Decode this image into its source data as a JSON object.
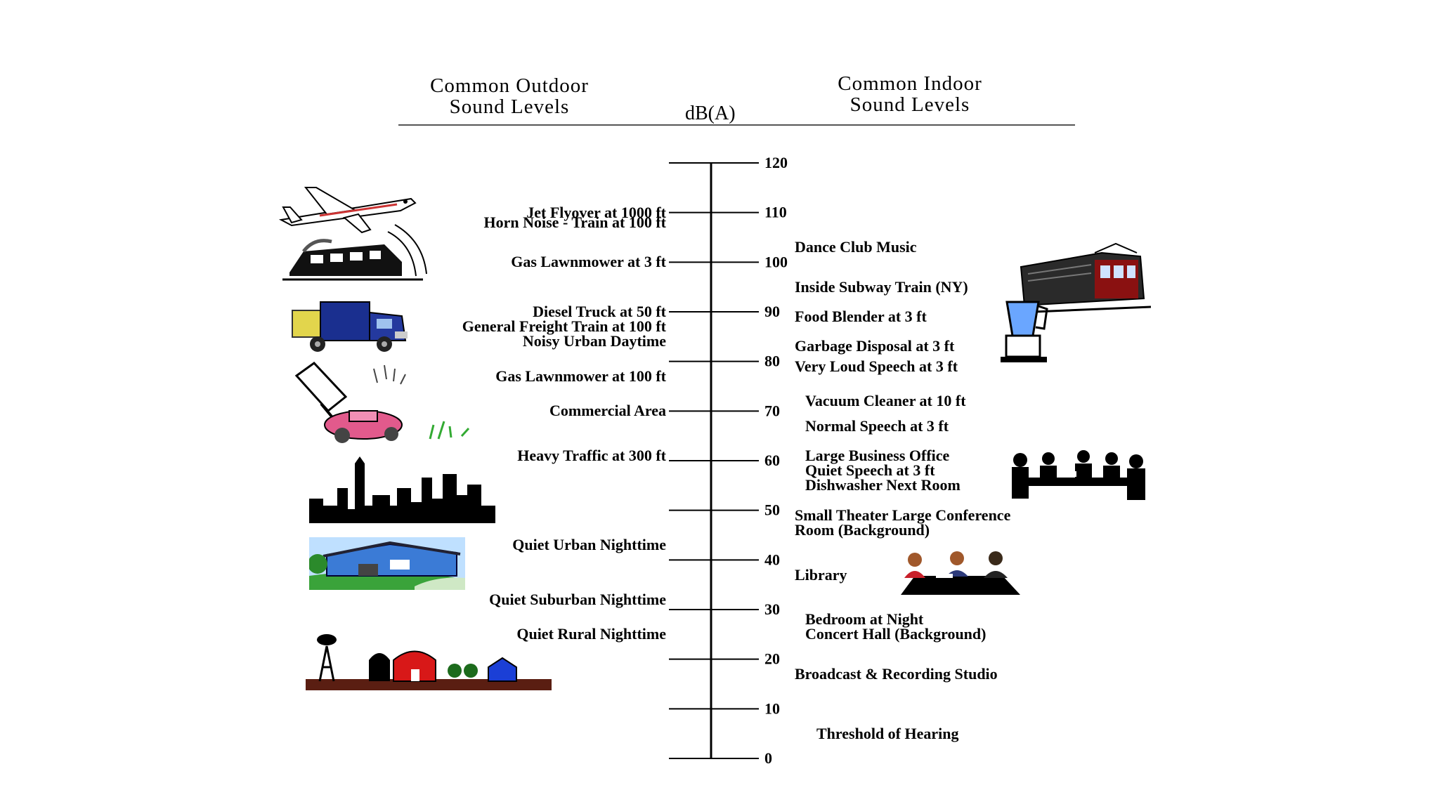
{
  "header": {
    "outdoor_line1": "Common Outdoor",
    "outdoor_line2": "Sound Levels",
    "indoor_line1": "Common Indoor",
    "indoor_line2": "Sound Levels",
    "unit": "dB(A)"
  },
  "scale": {
    "ticks": [
      "120",
      "110",
      "100",
      "90",
      "80",
      "70",
      "60",
      "50",
      "40",
      "30",
      "20",
      "10",
      "0"
    ]
  },
  "outdoor": [
    {
      "label": "Jet Flyover at 1000 ft",
      "level": 110
    },
    {
      "label": "Horn Noise - Train at 100 ft",
      "level": 108
    },
    {
      "label": "Gas Lawnmower at 3 ft",
      "level": 100
    },
    {
      "label": "Diesel Truck at 50 ft",
      "level": 90
    },
    {
      "label": "General Freight Train at 100 ft",
      "level": 87
    },
    {
      "label": "Noisy Urban Daytime",
      "level": 84
    },
    {
      "label": "Gas Lawnmower at 100 ft",
      "level": 77
    },
    {
      "label": "Commercial Area",
      "level": 70
    },
    {
      "label": "Heavy Traffic at 300 ft",
      "level": 61
    },
    {
      "label": "Quiet Urban Nighttime",
      "level": 43
    },
    {
      "label": "Quiet Suburban Nighttime",
      "level": 32
    },
    {
      "label": "Quiet Rural Nighttime",
      "level": 25
    }
  ],
  "indoor": [
    {
      "label": "Dance Club Music",
      "level": 103
    },
    {
      "label": "Inside Subway Train (NY)",
      "level": 95
    },
    {
      "label": "Food Blender at 3 ft",
      "level": 89
    },
    {
      "label": "Garbage Disposal at 3 ft",
      "level": 83
    },
    {
      "label": "Very Loud Speech at 3 ft",
      "level": 79
    },
    {
      "label": "Vacuum Cleaner at 10 ft",
      "level": 72
    },
    {
      "label": "Normal Speech at 3 ft",
      "level": 67
    },
    {
      "label": "Large Business Office",
      "level": 61
    },
    {
      "label": "Quiet Speech at 3 ft",
      "level": 58
    },
    {
      "label": "Dishwasher Next Room",
      "level": 55
    },
    {
      "label": "Small Theater Large Conference",
      "level": 49
    },
    {
      "label": "Room (Background)",
      "level": 46
    },
    {
      "label": "Library",
      "level": 37
    },
    {
      "label": "Bedroom at Night",
      "level": 28
    },
    {
      "label": "Concert Hall (Background)",
      "level": 25
    },
    {
      "label": "Broadcast & Recording Studio",
      "level": 17
    },
    {
      "label": "Threshold of Hearing",
      "level": 5
    }
  ],
  "icons": [
    "jet-plane-icon",
    "train-horn-icon",
    "diesel-truck-icon",
    "lawnmower-icon",
    "city-skyline-icon",
    "suburban-house-icon",
    "rural-farm-icon",
    "subway-train-icon",
    "blender-icon",
    "office-meeting-icon",
    "library-people-icon"
  ],
  "colors": {
    "line": "#000000",
    "barn": "#d81818",
    "truck": "#1a2f8f",
    "house": "#3b7bd6",
    "grass": "#3aa33a"
  }
}
